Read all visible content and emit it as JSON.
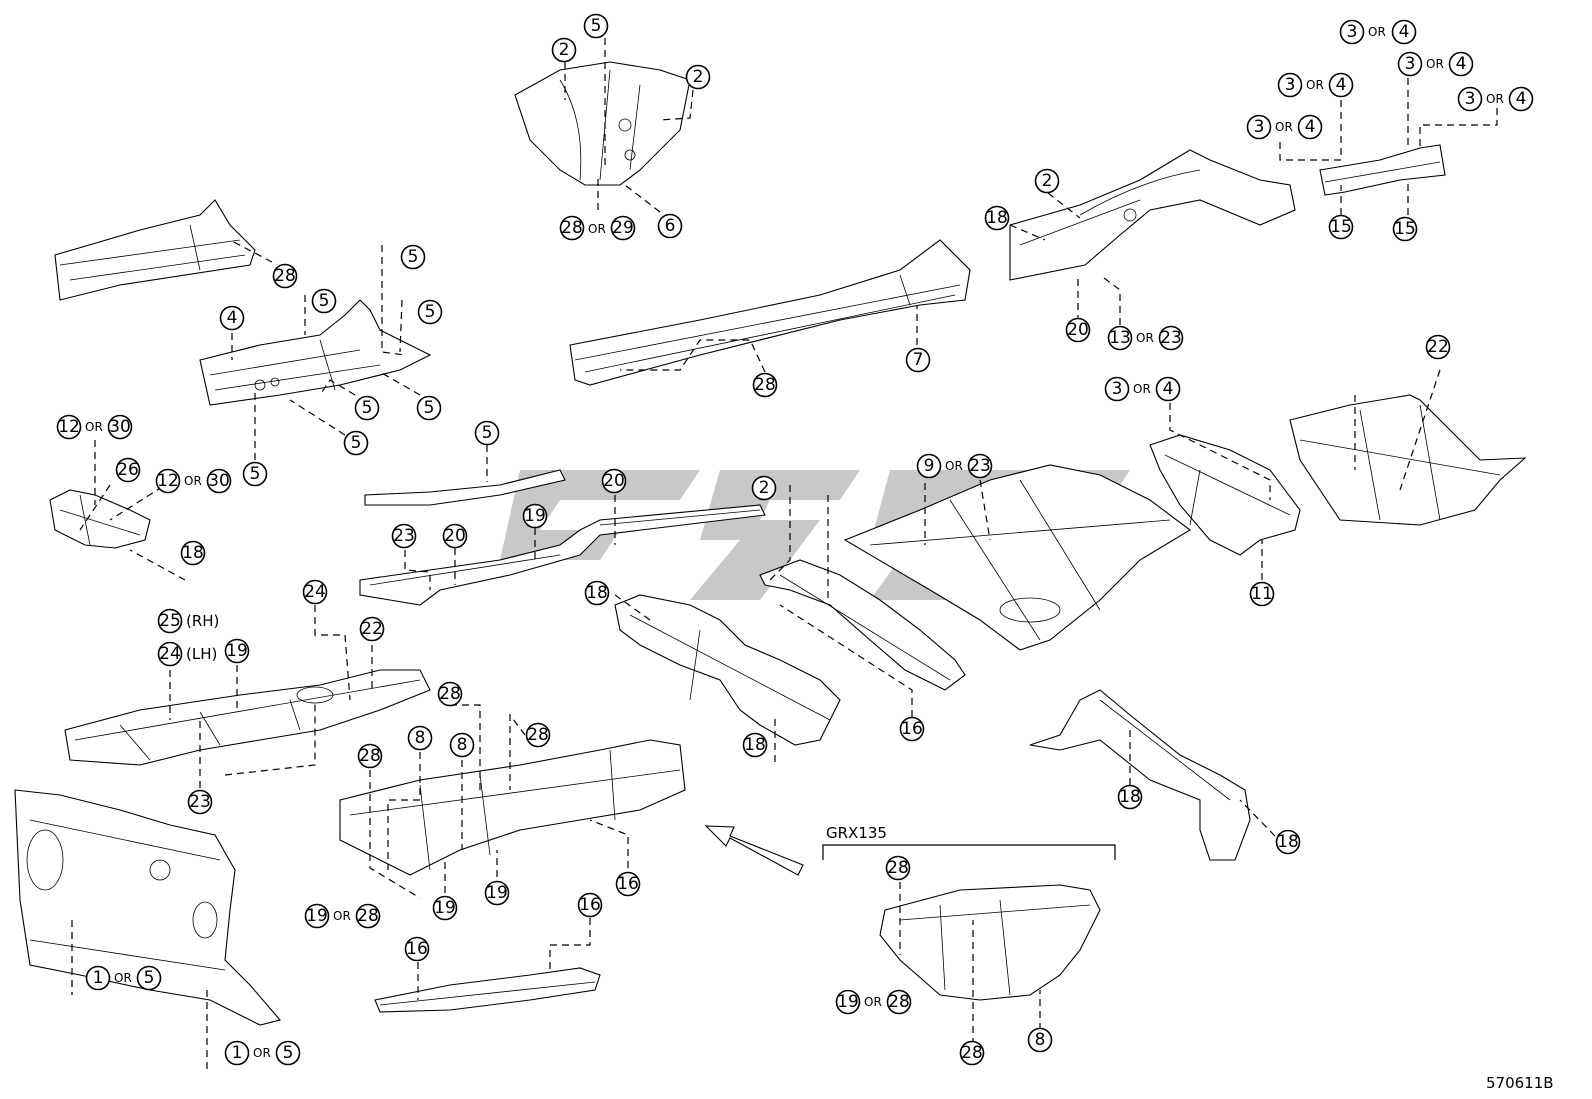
{
  "diagram": {
    "figure_code": "570611B",
    "inset_label": "GRX135",
    "separator": "OR",
    "sides": {
      "rh": "(RH)",
      "lh": "(LH)"
    },
    "callouts": [
      {
        "id": "c01",
        "n": "5"
      },
      {
        "id": "c02",
        "n": "2"
      },
      {
        "id": "c03",
        "n": "2"
      },
      {
        "id": "c04",
        "n": "28"
      },
      {
        "id": "c05",
        "n": "29"
      },
      {
        "id": "c06",
        "n": "6"
      },
      {
        "id": "c07",
        "n": "28"
      },
      {
        "id": "c08",
        "n": "5"
      },
      {
        "id": "c09",
        "n": "5"
      },
      {
        "id": "c10",
        "n": "5"
      },
      {
        "id": "c11",
        "n": "4"
      },
      {
        "id": "c12",
        "n": "5"
      },
      {
        "id": "c13",
        "n": "5"
      },
      {
        "id": "c14",
        "n": "5"
      },
      {
        "id": "c15",
        "n": "5"
      },
      {
        "id": "c16",
        "n": "12"
      },
      {
        "id": "c17",
        "n": "30"
      },
      {
        "id": "c18",
        "n": "26"
      },
      {
        "id": "c19",
        "n": "12"
      },
      {
        "id": "c20",
        "n": "30"
      },
      {
        "id": "c21",
        "n": "18"
      },
      {
        "id": "c22",
        "n": "7"
      },
      {
        "id": "c23",
        "n": "28"
      },
      {
        "id": "c24",
        "n": "2"
      },
      {
        "id": "c25",
        "n": "18"
      },
      {
        "id": "c26",
        "n": "20"
      },
      {
        "id": "c27",
        "n": "13"
      },
      {
        "id": "c28",
        "n": "23"
      },
      {
        "id": "c29",
        "n": "3"
      },
      {
        "id": "c30",
        "n": "4"
      },
      {
        "id": "c31",
        "n": "3"
      },
      {
        "id": "c32",
        "n": "4"
      },
      {
        "id": "c33",
        "n": "3"
      },
      {
        "id": "c34",
        "n": "4"
      },
      {
        "id": "c35",
        "n": "3"
      },
      {
        "id": "c36",
        "n": "4"
      },
      {
        "id": "c37",
        "n": "3"
      },
      {
        "id": "c38",
        "n": "4"
      },
      {
        "id": "c39",
        "n": "15"
      },
      {
        "id": "c40",
        "n": "15"
      },
      {
        "id": "c41",
        "n": "22"
      },
      {
        "id": "c42",
        "n": "3"
      },
      {
        "id": "c43",
        "n": "4"
      },
      {
        "id": "c44",
        "n": "11"
      },
      {
        "id": "c45",
        "n": "5"
      },
      {
        "id": "c46",
        "n": "20"
      },
      {
        "id": "c47",
        "n": "19"
      },
      {
        "id": "c48",
        "n": "23"
      },
      {
        "id": "c49",
        "n": "20"
      },
      {
        "id": "c50",
        "n": "2"
      },
      {
        "id": "c51",
        "n": "9"
      },
      {
        "id": "c52",
        "n": "23"
      },
      {
        "id": "c53",
        "n": "18"
      },
      {
        "id": "c54",
        "n": "16"
      },
      {
        "id": "c55",
        "n": "18"
      },
      {
        "id": "c56",
        "n": "24"
      },
      {
        "id": "c57",
        "n": "25"
      },
      {
        "id": "c58",
        "n": "24"
      },
      {
        "id": "c59",
        "n": "19"
      },
      {
        "id": "c60",
        "n": "22"
      },
      {
        "id": "c61",
        "n": "23"
      },
      {
        "id": "c62",
        "n": "28"
      },
      {
        "id": "c63",
        "n": "28"
      },
      {
        "id": "c64",
        "n": "8"
      },
      {
        "id": "c65",
        "n": "8"
      },
      {
        "id": "c66",
        "n": "28"
      },
      {
        "id": "c67",
        "n": "16"
      },
      {
        "id": "c68",
        "n": "19"
      },
      {
        "id": "c69",
        "n": "19"
      },
      {
        "id": "c70",
        "n": "19"
      },
      {
        "id": "c71",
        "n": "28"
      },
      {
        "id": "c72",
        "n": "16"
      },
      {
        "id": "c73",
        "n": "16"
      },
      {
        "id": "c74",
        "n": "1"
      },
      {
        "id": "c75",
        "n": "5"
      },
      {
        "id": "c76",
        "n": "1"
      },
      {
        "id": "c77",
        "n": "5"
      },
      {
        "id": "c78",
        "n": "18"
      },
      {
        "id": "c79",
        "n": "18"
      },
      {
        "id": "c80",
        "n": "28"
      },
      {
        "id": "c81",
        "n": "19"
      },
      {
        "id": "c82",
        "n": "28"
      },
      {
        "id": "c83",
        "n": "28"
      },
      {
        "id": "c84",
        "n": "8"
      }
    ]
  }
}
